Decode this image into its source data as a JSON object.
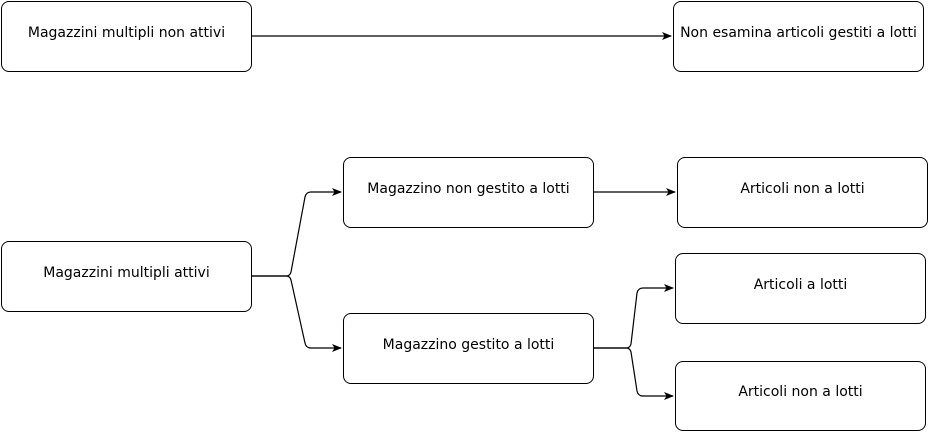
{
  "diagram": {
    "nodes": [
      {
        "id": "n1",
        "label": "Magazzini multipli non attivi"
      },
      {
        "id": "n2",
        "label": "Non esamina articoli gestiti a lotti"
      },
      {
        "id": "n3",
        "label": "Magazzini multipli attivi"
      },
      {
        "id": "n4",
        "label": "Magazzino non gestito a lotti"
      },
      {
        "id": "n5",
        "label": "Magazzino gestito a lotti"
      },
      {
        "id": "n6",
        "label": "Articoli non a lotti"
      },
      {
        "id": "n7",
        "label": "Articoli a lotti"
      },
      {
        "id": "n8",
        "label": "Articoli non a lotti"
      }
    ],
    "edges": [
      {
        "from": "n1",
        "to": "n2"
      },
      {
        "from": "n3",
        "to": "n4"
      },
      {
        "from": "n3",
        "to": "n5"
      },
      {
        "from": "n4",
        "to": "n6"
      },
      {
        "from": "n5",
        "to": "n7"
      },
      {
        "from": "n5",
        "to": "n8"
      }
    ],
    "line_color": "#000000",
    "node_border_color": "#000000",
    "node_fill_color": "#ffffff"
  }
}
